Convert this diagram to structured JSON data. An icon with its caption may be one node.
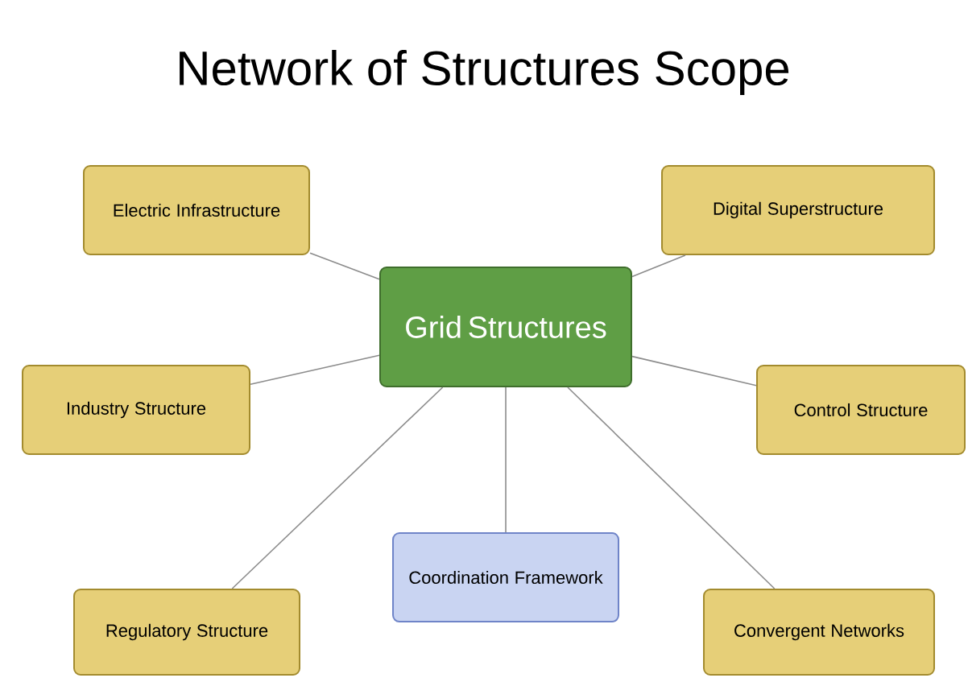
{
  "diagram": {
    "title": "Network of Structures Scope",
    "nodes": [
      {
        "text": [
          "Electric Infrastructure"
        ]
      },
      {
        "text": [
          "Digital Superstructure"
        ]
      },
      {
        "text": [
          "Grid Structures"
        ]
      },
      {
        "text": [
          "Industry Structure"
        ]
      },
      {
        "text": [
          "Control Structure"
        ]
      },
      {
        "text": [
          "Coordination Framework"
        ]
      },
      {
        "text": [
          "Regulatory Structure"
        ]
      },
      {
        "text": [
          "Convergent Networks"
        ]
      }
    ],
    "edges": [
      {
        "from": 2,
        "to": 0,
        "arrow": "none"
      },
      {
        "from": 2,
        "to": 1,
        "arrow": "none"
      },
      {
        "from": 2,
        "to": 3,
        "arrow": "none"
      },
      {
        "from": 2,
        "to": 4,
        "arrow": "none"
      },
      {
        "from": 2,
        "to": 5,
        "arrow": "none"
      },
      {
        "from": 2,
        "to": 6,
        "arrow": "none"
      },
      {
        "from": 2,
        "to": 7,
        "arrow": "none"
      }
    ]
  }
}
